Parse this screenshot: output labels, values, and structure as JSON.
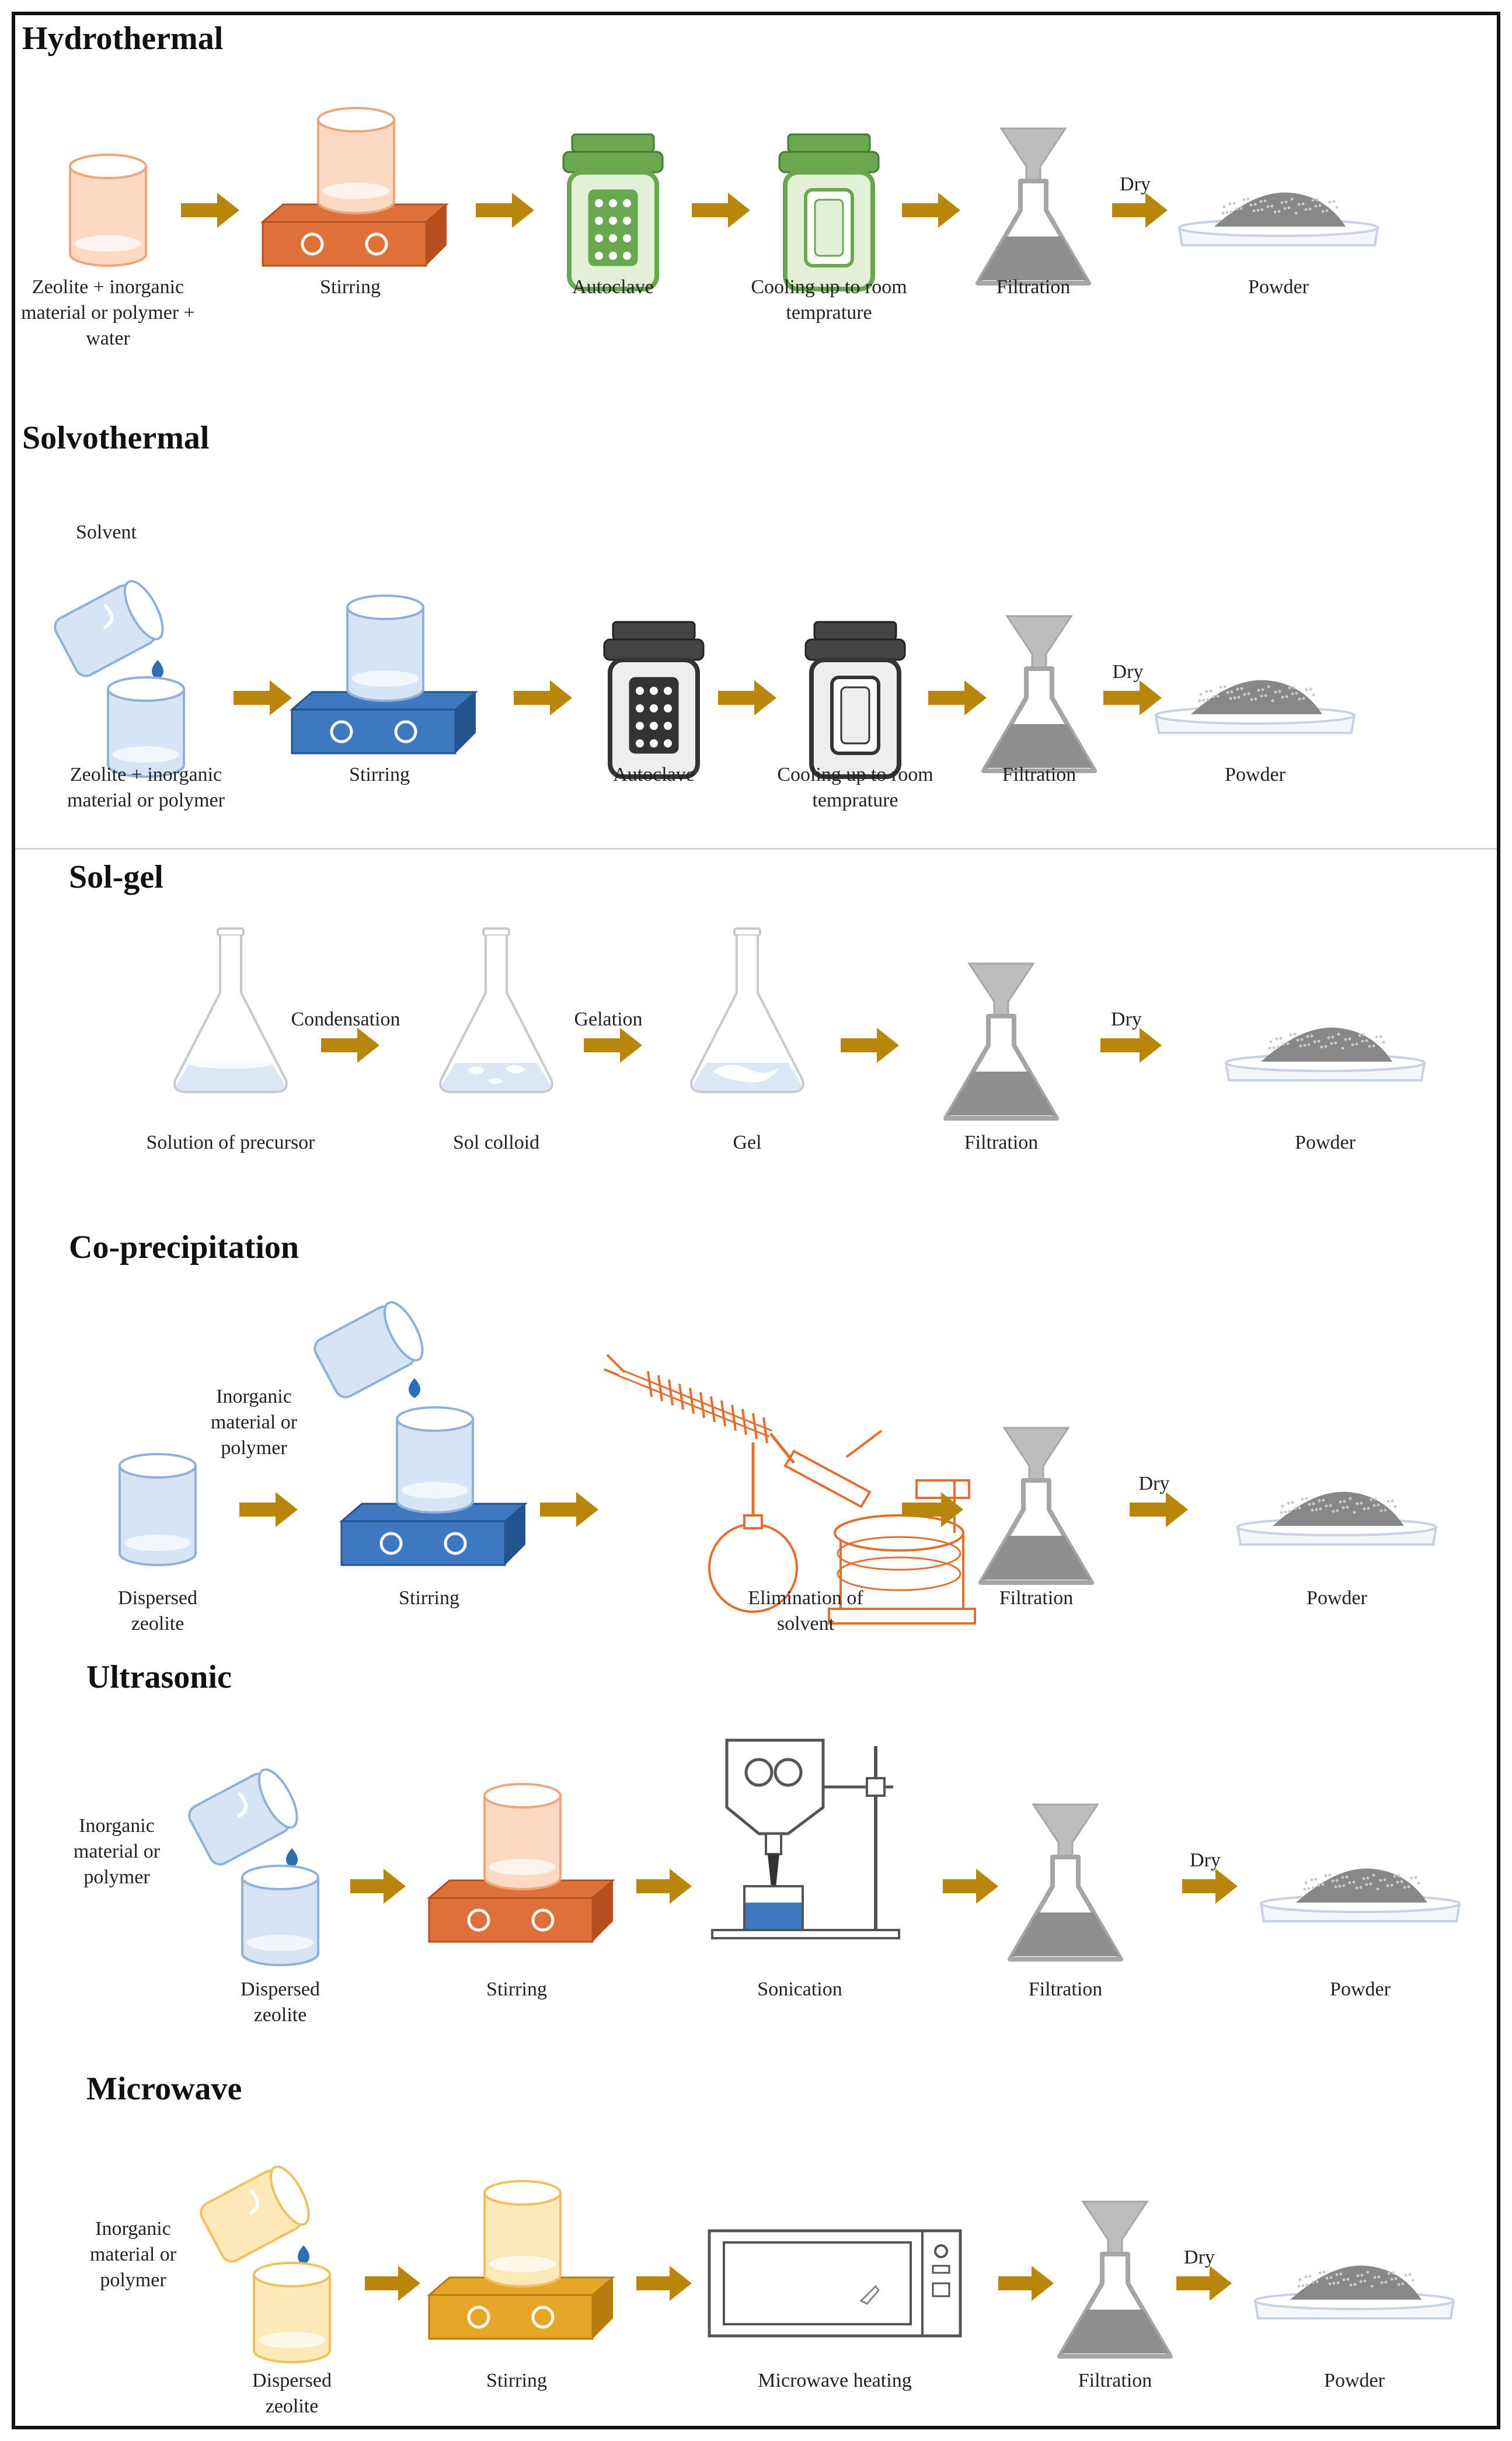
{
  "colors": {
    "arrow": "#b8860b",
    "orange": "#e07030",
    "green": "#6aa84f",
    "blue": "#3d78c0",
    "yellow": "#e8a628",
    "dark": "#444444",
    "flask": "#999999",
    "glass": "#dde8f5"
  },
  "sections": [
    {
      "id": "hydrothermal",
      "title": "Hydrothermal",
      "steps": [
        {
          "icon": "beaker",
          "variant": "orange",
          "label": "Zeolite + inorganic\nmaterial  or polymer +\nwater"
        },
        {
          "icon": "stirrer",
          "variant": "orange",
          "label": "Stirring"
        },
        {
          "icon": "autoclave",
          "variant": "green",
          "label": "Autoclave"
        },
        {
          "icon": "cooling",
          "variant": "green",
          "label": "Cooling up to room\ntemprature"
        },
        {
          "icon": "filtration",
          "label": "Filtration"
        },
        {
          "icon": "powder",
          "label": "Powder"
        }
      ],
      "arrow_labels": [
        "",
        "",
        "",
        "",
        "Dry"
      ]
    },
    {
      "id": "solvothermal",
      "title": "Solvothermal",
      "pre_label": "Solvent",
      "steps": [
        {
          "icon": "pour",
          "variant": "blue",
          "label": "Zeolite + inorganic\nmaterial  or polymer"
        },
        {
          "icon": "stirrer",
          "variant": "blue",
          "label": "Stirring"
        },
        {
          "icon": "autoclave",
          "variant": "dark",
          "label": "Autoclave"
        },
        {
          "icon": "cooling",
          "variant": "dark",
          "label": "Cooling up to room\ntemprature"
        },
        {
          "icon": "filtration",
          "label": "Filtration"
        },
        {
          "icon": "powder",
          "label": "Powder"
        }
      ],
      "arrow_labels": [
        "",
        "",
        "",
        "",
        "Dry"
      ]
    },
    {
      "id": "sol-gel",
      "title": "Sol-gel",
      "steps": [
        {
          "icon": "flask",
          "variant": "solution",
          "label": "Solution of precursor"
        },
        {
          "icon": "flask",
          "variant": "sol",
          "label": "Sol colloid"
        },
        {
          "icon": "flask",
          "variant": "gel",
          "label": "Gel"
        },
        {
          "icon": "filtration",
          "label": "Filtration"
        },
        {
          "icon": "powder",
          "label": "Powder"
        }
      ],
      "arrow_labels": [
        "Condensation",
        "Gelation",
        "",
        "Dry"
      ]
    },
    {
      "id": "co-precipitation",
      "title": "Co-precipitation",
      "pour_label": "Inorganic\nmaterial  or\npolymer",
      "steps": [
        {
          "icon": "beaker",
          "variant": "blue",
          "label": "Dispersed\nzeolite"
        },
        {
          "icon": "stirrer-pour",
          "variant": "blue",
          "label": "Stirring"
        },
        {
          "icon": "rotavap",
          "variant": "orange",
          "label": "Elimination  of\nsolvent"
        },
        {
          "icon": "filtration",
          "label": "Filtration"
        },
        {
          "icon": "powder",
          "label": "Powder"
        }
      ],
      "arrow_labels": [
        "",
        "",
        "",
        "Dry"
      ]
    },
    {
      "id": "ultrasonic",
      "title": "Ultrasonic",
      "pour_label": "Inorganic\nmaterial  or\npolymer",
      "steps": [
        {
          "icon": "pour",
          "variant": "blue",
          "label": "Dispersed\nzeolite"
        },
        {
          "icon": "stirrer",
          "variant": "orange",
          "label": "Stirring"
        },
        {
          "icon": "sonicator",
          "label": "Sonication"
        },
        {
          "icon": "filtration",
          "label": "Filtration"
        },
        {
          "icon": "powder",
          "label": "Powder"
        }
      ],
      "arrow_labels": [
        "",
        "",
        "",
        "Dry"
      ]
    },
    {
      "id": "microwave",
      "title": "Microwave",
      "pour_label": "Inorganic\nmaterial  or\npolymer",
      "steps": [
        {
          "icon": "pour",
          "variant": "yellow",
          "label": "Dispersed\nzeolite"
        },
        {
          "icon": "stirrer",
          "variant": "yellow",
          "label": "Stirring"
        },
        {
          "icon": "microwave",
          "label": "Microwave heating"
        },
        {
          "icon": "filtration",
          "label": "Filtration"
        },
        {
          "icon": "powder",
          "label": "Powder"
        }
      ],
      "arrow_labels": [
        "",
        "",
        "",
        "Dry"
      ]
    }
  ]
}
